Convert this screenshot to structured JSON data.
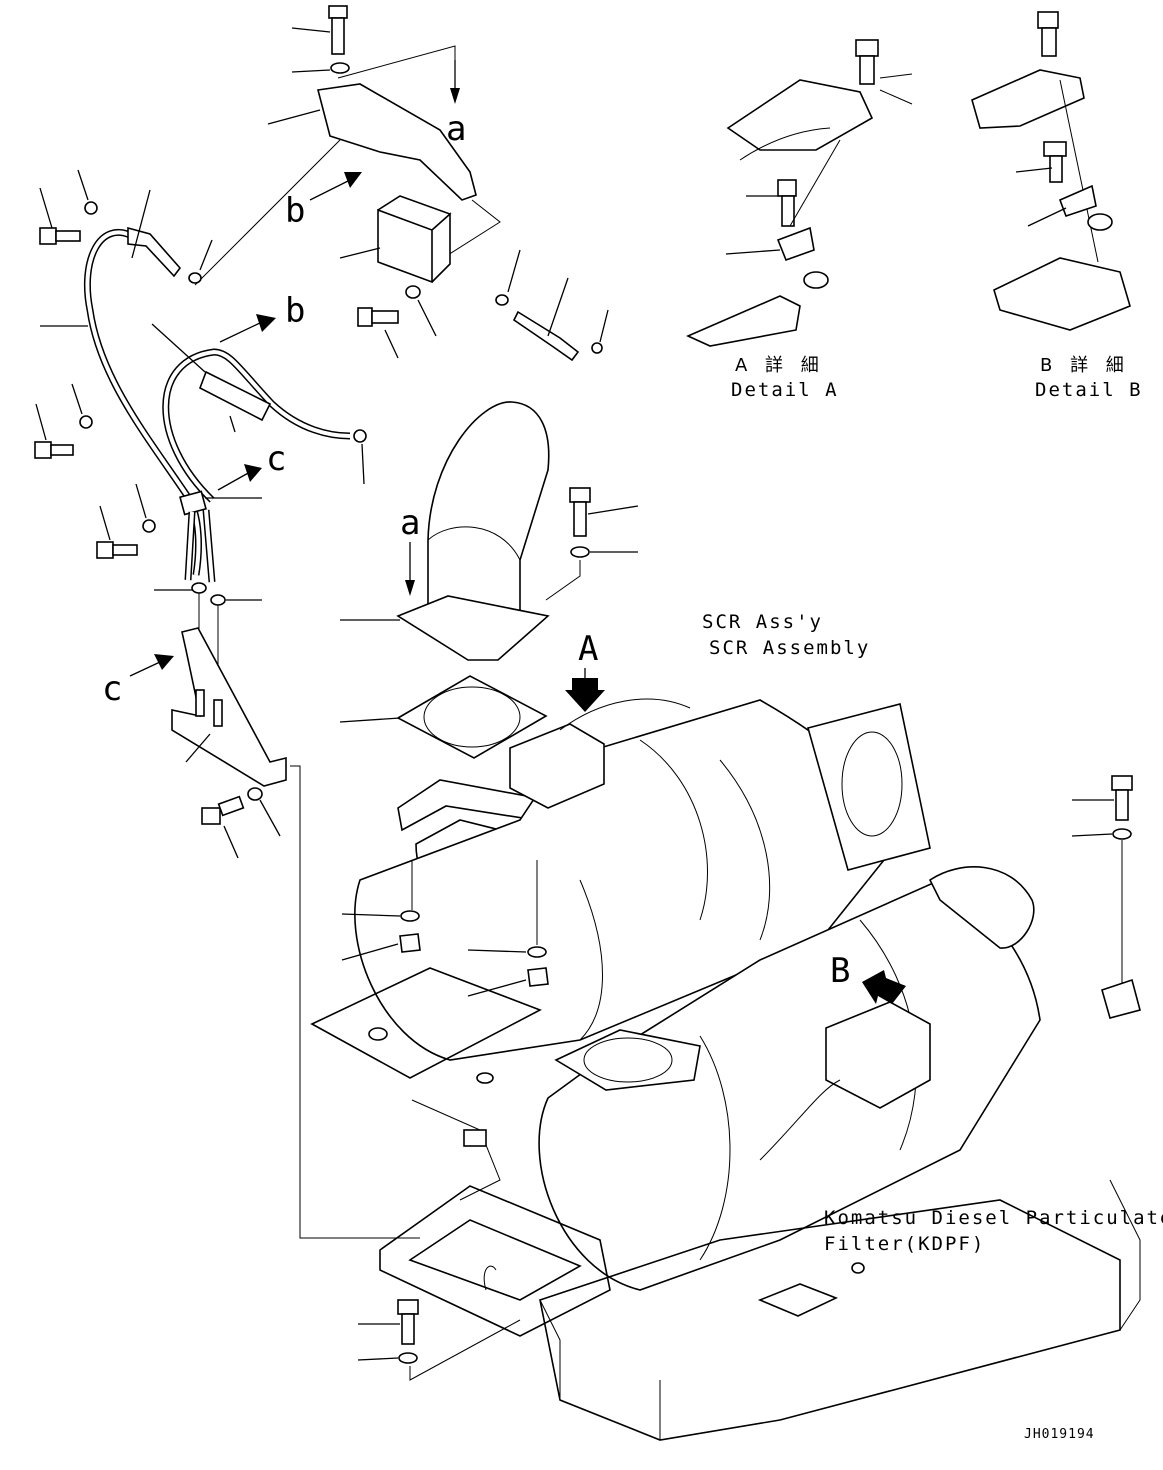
{
  "callouts": {
    "a_top": "a",
    "b_left": "b",
    "b_right": "b",
    "c_upper": "c",
    "a_elbow": "a",
    "c_lower": "c",
    "A_marker": "A",
    "B_marker": "B"
  },
  "detail_a": {
    "title_jp": "A 詳 細",
    "title_en": "Detail A"
  },
  "detail_b": {
    "title_jp": "B 詳 細",
    "title_en": "Detail B"
  },
  "scr_label": {
    "line1": "SCR Ass'y",
    "line2": "SCR Assembly"
  },
  "kdpf_label": {
    "line1": "Komatsu Diesel Particulate",
    "line2": "Filter(KDPF)"
  },
  "drawing_code": "JH019194"
}
